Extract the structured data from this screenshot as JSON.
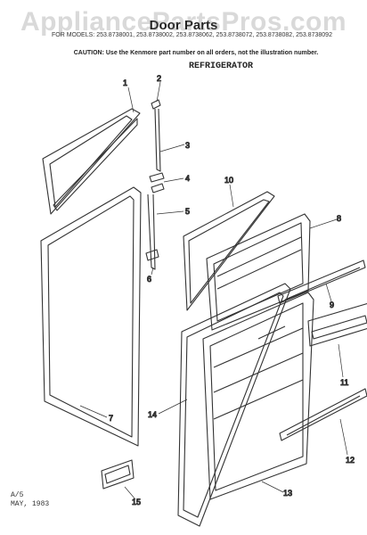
{
  "watermark": "AppliancePartsPros.com",
  "title": "Door Parts",
  "models_label": "FOR MODELS:",
  "models": [
    "253.8738001",
    "253.8738002",
    "253.8738062",
    "253.8738072",
    "253.8738082",
    "253.8738092"
  ],
  "caution": "CAUTION: Use the Kenmore part number on all orders, not the illustration number.",
  "section": "REFRIGERATOR",
  "footer": {
    "code": "A/5",
    "date": "MAY, 1983"
  },
  "callouts": [
    "1",
    "2",
    "3",
    "4",
    "5",
    "6",
    "7",
    "8",
    "9",
    "10",
    "11",
    "12",
    "13",
    "14",
    "15"
  ]
}
